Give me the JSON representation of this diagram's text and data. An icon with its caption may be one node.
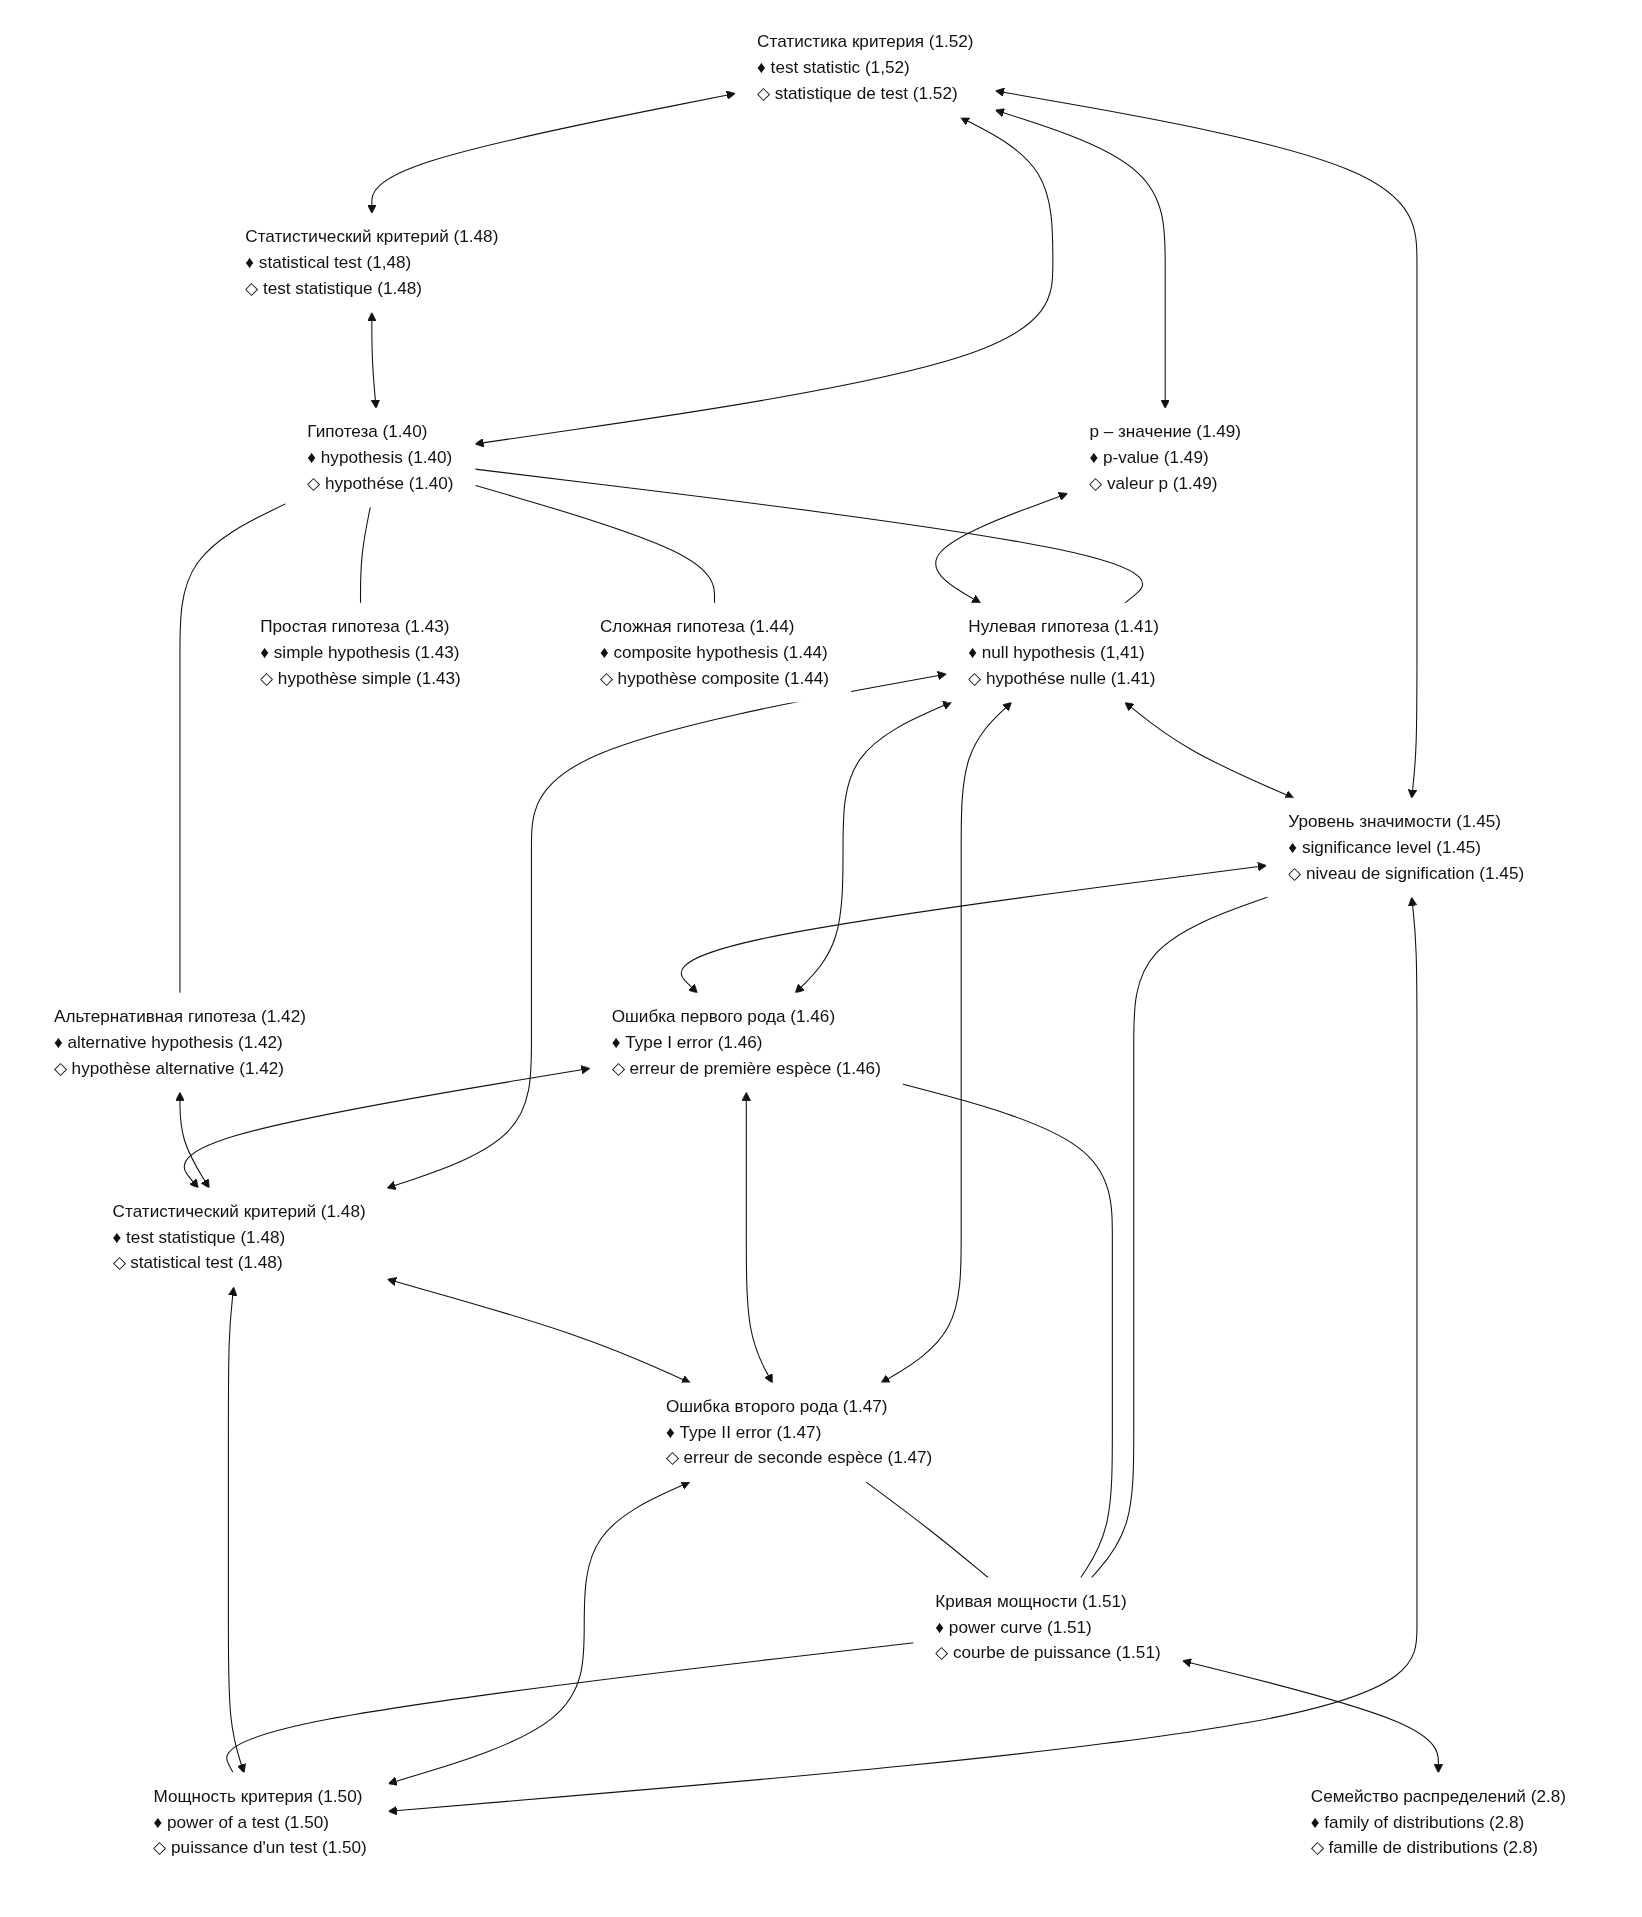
{
  "diagram": {
    "nodes": [
      {
        "text": [
          "Статистика критерия (1.52)",
          "♦ test statistic (1,52)",
          "◇ statistique de test (1.52)"
        ]
      },
      {
        "text": [
          "Статистический критерий (1.48)",
          "♦ statistical test (1,48)",
          "◇ test statistique (1.48)"
        ]
      },
      {
        "text": [
          "Гипотеза (1.40)",
          "♦ hypothesis (1.40)",
          "◇ hypothése (1.40)"
        ]
      },
      {
        "text": [
          "p – значение (1.49)",
          "♦ p-value (1.49)",
          "◇ valeur p (1.49)"
        ]
      },
      {
        "text": [
          "Нулевая гипотеза (1.41)",
          "♦ null hypothesis (1,41)",
          "◇ hypothése nulle (1.41)"
        ]
      },
      {
        "text": [
          "Альтернативная гипотеза (1.42)",
          "♦ alternative hypothesis (1.42)",
          "◇ hypothèse alternative (1.42)"
        ]
      },
      {
        "text": [
          "Простая гипотеза (1.43)",
          "♦ simple hypothesis (1.43)",
          "◇ hypothèse simple (1.43)"
        ]
      },
      {
        "text": [
          "Сложная гипотеза (1.44)",
          "♦ composite hypothesis (1.44)",
          "◇ hypothèse composite (1.44)"
        ]
      },
      {
        "text": [
          "Уровень значимости (1.45)",
          "♦ significance level (1.45)",
          "◇ niveau de signification (1.45)"
        ]
      },
      {
        "text": [
          "Ошибка первого рода (1.46)",
          "♦ Type I error (1.46)",
          "◇ erreur de première espèce (1.46)"
        ]
      },
      {
        "text": [
          "Статистический критерий (1.48)",
          "♦ test statistique (1.48)",
          "◇ statistical test (1.48)"
        ]
      },
      {
        "text": [
          "Ошибка второго рода (1.47)",
          "♦ Type II error (1.47)",
          "◇ erreur de seconde espèce (1.47)"
        ]
      },
      {
        "text": [
          "Кривая мощности (1.51)",
          "♦ power curve (1.51)",
          "◇ courbe de puissance (1.51)"
        ]
      },
      {
        "text": [
          "Мощность критерия (1.50)",
          "♦ power of a test (1.50)",
          "◇ puissance d'un test (1.50)"
        ]
      },
      {
        "text": [
          "Семейство распределений (2.8)",
          "♦ family of distributions (2.8)",
          "◇ famille de distributions (2.8)"
        ]
      }
    ],
    "edges": [
      {
        "from": 0,
        "to": 1,
        "arrow": "both"
      },
      {
        "from": 0,
        "to": 2,
        "arrow": "both"
      },
      {
        "from": 1,
        "to": 2,
        "arrow": "both"
      },
      {
        "from": 0,
        "to": 3,
        "arrow": "both"
      },
      {
        "from": 0,
        "to": 8,
        "arrow": "both"
      },
      {
        "from": 2,
        "to": 4,
        "arrow": "none"
      },
      {
        "from": 2,
        "to": 5,
        "arrow": "none"
      },
      {
        "from": 2,
        "to": 6,
        "arrow": "none"
      },
      {
        "from": 2,
        "to": 7,
        "arrow": "none"
      },
      {
        "from": 3,
        "to": 4,
        "arrow": "both"
      },
      {
        "from": 4,
        "to": 8,
        "arrow": "both"
      },
      {
        "from": 4,
        "to": 9,
        "arrow": "both"
      },
      {
        "from": 4,
        "to": 11,
        "arrow": "both"
      },
      {
        "from": 4,
        "to": 10,
        "arrow": "both"
      },
      {
        "from": 5,
        "to": 10,
        "arrow": "both"
      },
      {
        "from": 8,
        "to": 9,
        "arrow": "both"
      },
      {
        "from": 9,
        "to": 10,
        "arrow": "both"
      },
      {
        "from": 9,
        "to": 11,
        "arrow": "both"
      },
      {
        "from": 10,
        "to": 11,
        "arrow": "both"
      },
      {
        "from": 8,
        "to": 13,
        "arrow": "both"
      },
      {
        "from": 11,
        "to": 13,
        "arrow": "both"
      },
      {
        "from": 10,
        "to": 13,
        "arrow": "both"
      },
      {
        "from": 8,
        "to": 12,
        "arrow": "none"
      },
      {
        "from": 9,
        "to": 12,
        "arrow": "none"
      },
      {
        "from": 11,
        "to": 12,
        "arrow": "none"
      },
      {
        "from": 12,
        "to": 13,
        "arrow": "none"
      },
      {
        "from": 12,
        "to": 14,
        "arrow": "both"
      }
    ]
  }
}
